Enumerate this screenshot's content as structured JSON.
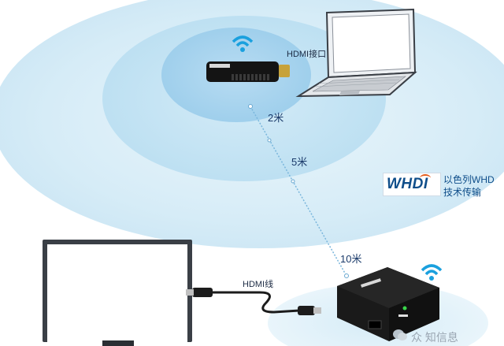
{
  "labels": {
    "hdmi_port": "HDMI接口",
    "hdmi_cable": "HDMI线",
    "dist_2m": "2米",
    "dist_5m": "5米",
    "dist_10m": "10米"
  },
  "whdi": {
    "logo": "WHDI",
    "line1": "以色列WHD",
    "line2": "技术传输"
  },
  "footer": {
    "text": "众 知信息"
  },
  "colors": {
    "outer_zone": "#d9edf7",
    "middle_zone": "#c4e3f3",
    "inner_zone": "#a9d4ee",
    "wifi": "#1aa0de",
    "device": "#141414",
    "brand": "#0f4e8a"
  },
  "icons": [
    "wifi-icon",
    "wechat-icon"
  ]
}
